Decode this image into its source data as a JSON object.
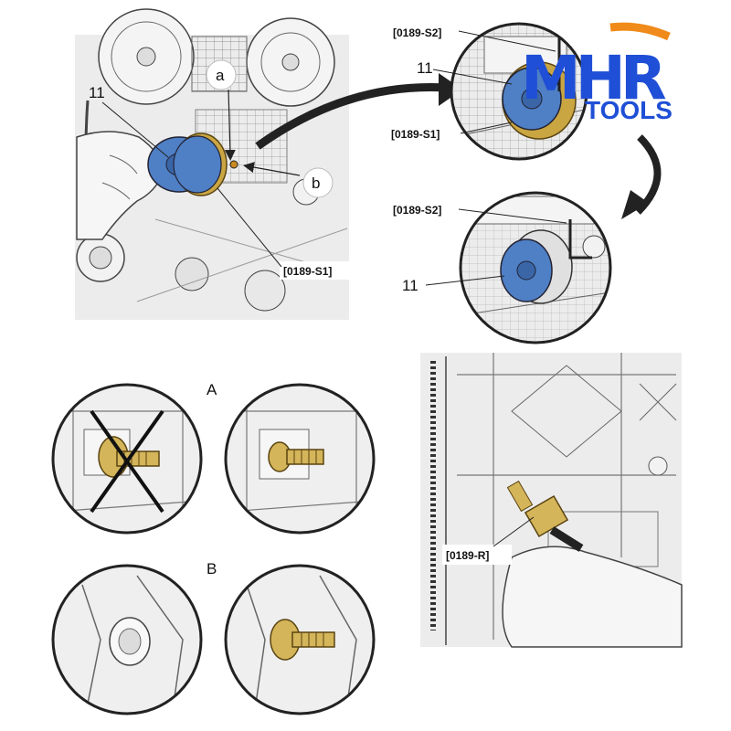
{
  "panels": {
    "top_left": {
      "label_11": "11",
      "label_a": "a",
      "label_b": "b",
      "label_s1": "[0189-S1]"
    },
    "top_right_upper": {
      "label_s2": "[0189-S2]",
      "label_11": "11",
      "label_s1": "[0189-S1]"
    },
    "top_right_lower": {
      "label_s2": "[0189-S2]",
      "label_11": "11"
    },
    "row_a": {
      "letter": "A"
    },
    "row_b": {
      "letter": "B"
    },
    "bottom_right": {
      "label_r": "[0189-R]"
    }
  },
  "logo": {
    "letters_mhr": "MHR",
    "tools": "TOOLS",
    "blue": "#1f4fd6",
    "orange": "#f08a1a"
  },
  "colors": {
    "line": "#3a3a3a",
    "engine_fill": "#e9e9e9",
    "blue_part": "#4f7fc4",
    "gold_part": "#c9a642"
  }
}
